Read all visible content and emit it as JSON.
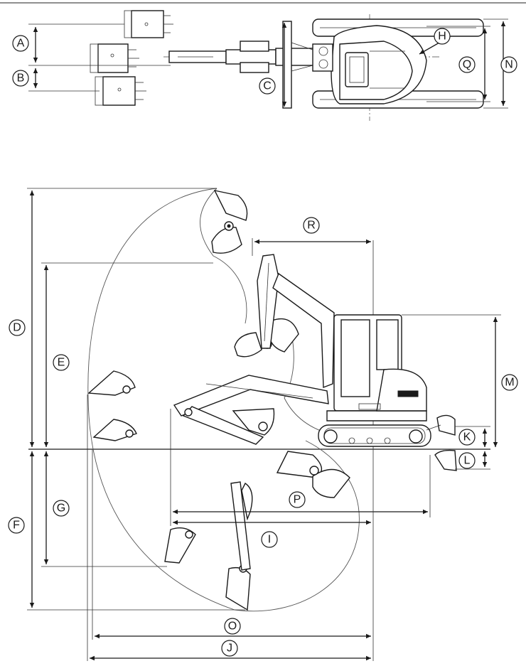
{
  "labels": {
    "A": "A",
    "B": "B",
    "C": "C",
    "D": "D",
    "E": "E",
    "F": "F",
    "G": "G",
    "H": "H",
    "I": "I",
    "J": "J",
    "K": "K",
    "L": "L",
    "M": "M",
    "N": "N",
    "O": "O",
    "P": "P",
    "Q": "Q",
    "R": "R"
  },
  "colors": {
    "line": "#1a1a1a",
    "background": "#ffffff"
  }
}
